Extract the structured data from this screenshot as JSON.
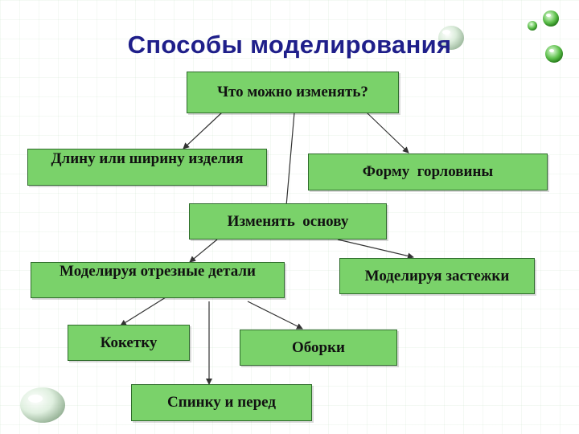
{
  "title": "Способы моделирования",
  "nodes": {
    "root": "Что можно изменять?",
    "length": "Длину или ширину изделия",
    "neck": "Форму  горловины",
    "base": "Изменять  основу",
    "cut": "Моделируя отрезные детали",
    "clasp": "Моделируя застежки",
    "yoke": "Кокетку",
    "frills": "Оборки",
    "backfront": "Спинку и перед"
  },
  "colors": {
    "node_fill": "#7ad26a",
    "node_border": "#2e6b2b",
    "title": "#1f1f8a",
    "edge": "#333333"
  }
}
